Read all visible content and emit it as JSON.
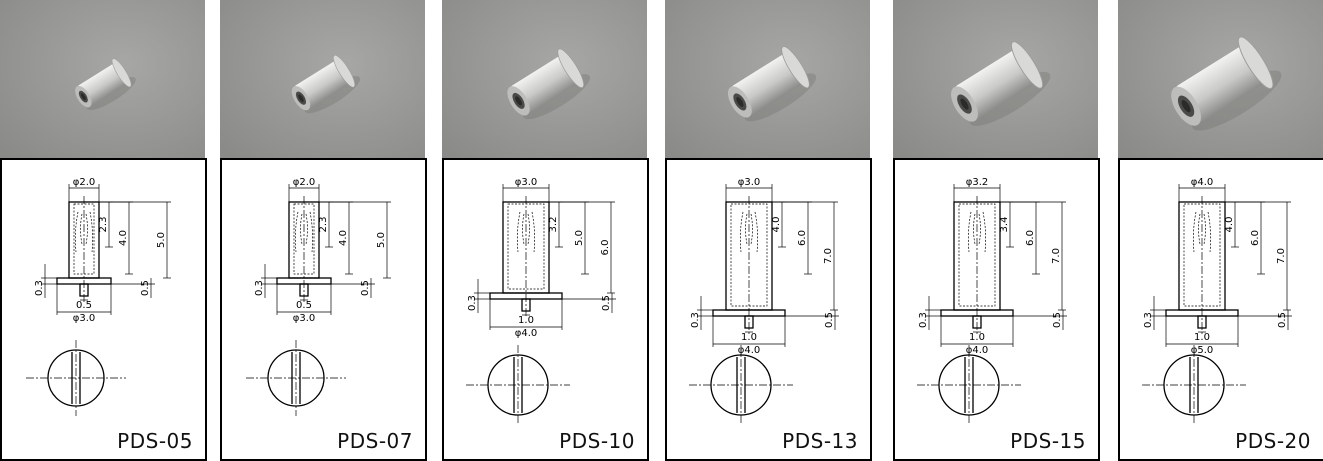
{
  "panels": [
    {
      "model": "PDS-05",
      "dims": {
        "head_dia": "φ2.0",
        "d1": "2.3",
        "d2": "4.0",
        "d3": "5.0",
        "flange_t": "0.3",
        "slot_w": "0.5",
        "slot_d": "0.5",
        "flange_dia": "φ3.0"
      }
    },
    {
      "model": "PDS-07",
      "dims": {
        "head_dia": "φ2.0",
        "d1": "2.3",
        "d2": "4.0",
        "d3": "5.0",
        "flange_t": "0.3",
        "slot_w": "0.5",
        "slot_d": "0.5",
        "flange_dia": "φ3.0"
      }
    },
    {
      "model": "PDS-10",
      "dims": {
        "head_dia": "φ3.0",
        "d1": "3.2",
        "d2": "5.0",
        "d3": "6.0",
        "flange_t": "0.3",
        "slot_w": "1.0",
        "slot_d": "0.5",
        "flange_dia": "φ4.0"
      }
    },
    {
      "model": "PDS-13",
      "dims": {
        "head_dia": "φ3.0",
        "d1": "4.0",
        "d2": "6.0",
        "d3": "7.0",
        "flange_t": "0.3",
        "slot_w": "1.0",
        "slot_d": "0.5",
        "flange_dia": "φ4.0"
      }
    },
    {
      "model": "PDS-15",
      "dims": {
        "head_dia": "φ3.2",
        "d1": "3.4",
        "d2": "6.0",
        "d3": "7.0",
        "flange_t": "0.3",
        "slot_w": "1.0",
        "slot_d": "0.5",
        "flange_dia": "φ4.0"
      }
    },
    {
      "model": "PDS-20",
      "dims": {
        "head_dia": "φ4.0",
        "d1": "4.0",
        "d2": "6.0",
        "d3": "7.0",
        "flange_t": "0.3",
        "slot_w": "1.0",
        "slot_d": "0.5",
        "flange_dia": "φ5.0"
      }
    }
  ],
  "colors": {
    "photo_bg": "#9a9a98",
    "metal": "#d6d6d4",
    "line": "#000000"
  }
}
